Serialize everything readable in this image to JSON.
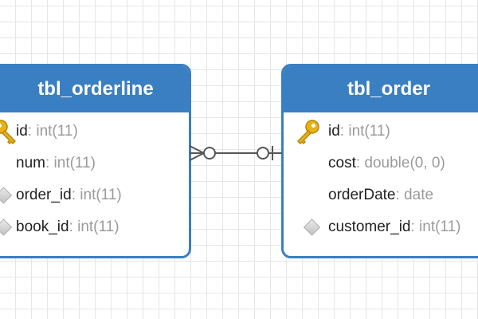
{
  "tables": {
    "orderline": {
      "title": "tbl_orderline",
      "columns": [
        {
          "name": "id",
          "type": ": int(11)",
          "icon": "key-icon"
        },
        {
          "name": "num",
          "type": ": int(11)",
          "icon": ""
        },
        {
          "name": "order_id",
          "type": ": int(11)",
          "icon": "diamond-icon"
        },
        {
          "name": "book_id",
          "type": ": int(11)",
          "icon": "diamond-icon"
        }
      ]
    },
    "order": {
      "title": "tbl_order",
      "columns": [
        {
          "name": "id",
          "type": ": int(11)",
          "icon": "key-icon"
        },
        {
          "name": "cost",
          "type": ": double(0, 0)",
          "icon": ""
        },
        {
          "name": "orderDate",
          "type": ": date",
          "icon": ""
        },
        {
          "name": "customer_id",
          "type": ": int(11)",
          "icon": "diamond-icon"
        }
      ]
    }
  },
  "relationship": {
    "from_cardinality": "zero-or-many",
    "to_cardinality": "zero-or-one",
    "line_color": "#555555"
  },
  "colors": {
    "header": "#3a7fc1",
    "border": "#3a7fc1",
    "key": "#e8b117",
    "type_text": "#9a9a9a"
  }
}
